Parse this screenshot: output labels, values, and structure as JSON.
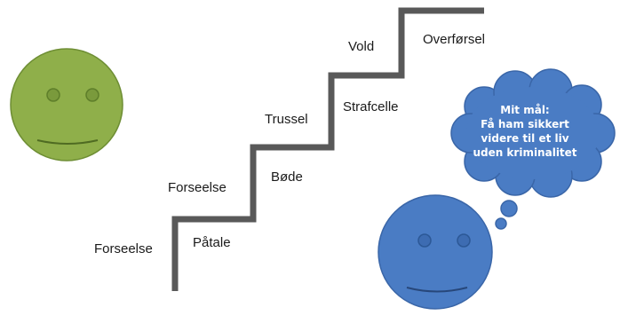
{
  "staircase": {
    "left_labels": [
      "Forseelse",
      "Forseelse",
      "Trussel",
      "Vold"
    ],
    "right_labels": [
      "Påtale",
      "Bøde",
      "Strafcelle",
      "Overførsel"
    ]
  },
  "thought_bubble": {
    "lines": [
      "Mit mål:",
      "Få ham sikkert",
      "videre til et liv",
      "uden kriminalitet"
    ]
  },
  "colors": {
    "stair": "#595959",
    "green_face": "#8faf4a",
    "green_face_border": "#6e8e34",
    "blue_face": "#4a7cc4",
    "blue_face_border": "#3a66a8",
    "bubble": "#4a7cc4",
    "bubble_border": "#3a66a8",
    "text": "#1a1a1a"
  }
}
